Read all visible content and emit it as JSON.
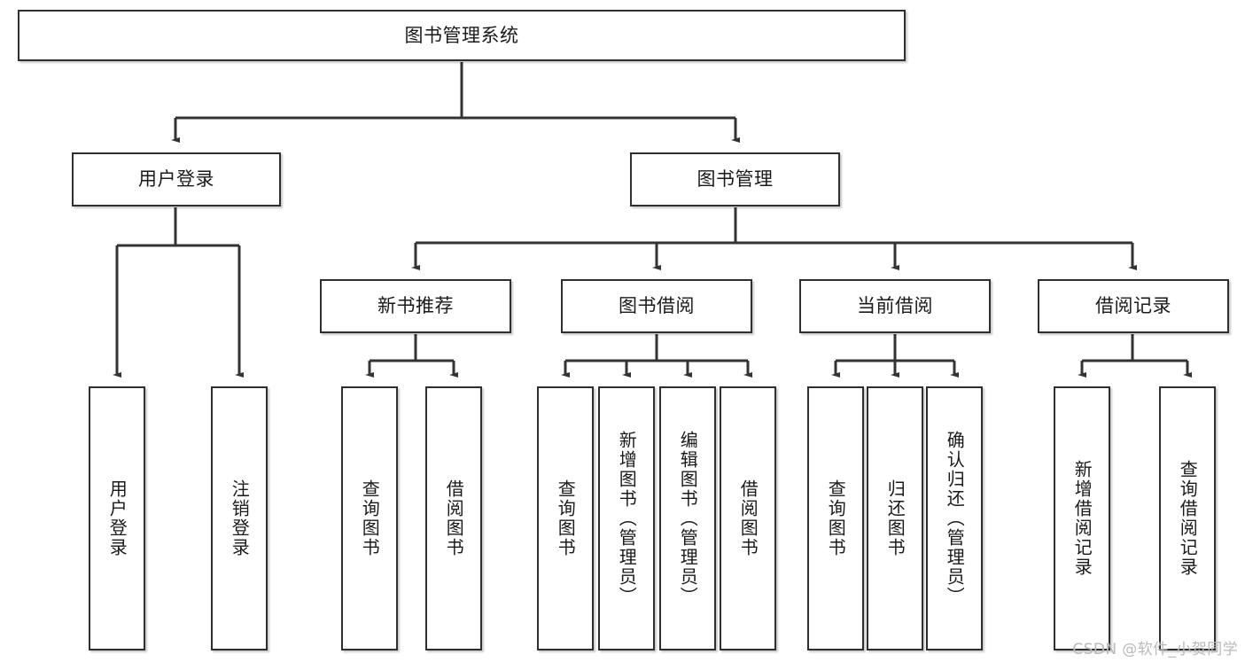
{
  "title": "图书管理系统",
  "watermark": "CSDN @软件_小贺同学",
  "colors": {
    "box_border": "#2f2f2f",
    "box_fill": "#ffffff",
    "connector": "#333333",
    "text": "#1a1a1a",
    "watermark": "#b9b9b9"
  },
  "chart_data": {
    "type": "diagram",
    "diagram_kind": "tree",
    "title": "图书管理系统",
    "orientation": "top-down",
    "levels": 4,
    "nodes": [
      {
        "id": "root",
        "label": "图书管理系统",
        "level": 0,
        "parent": null
      },
      {
        "id": "login",
        "label": "用户登录",
        "level": 1,
        "parent": "root"
      },
      {
        "id": "bookmgmt",
        "label": "图书管理",
        "level": 1,
        "parent": "root"
      },
      {
        "id": "login-user",
        "label": "用户登录",
        "level": 2,
        "parent": "login"
      },
      {
        "id": "login-logout",
        "label": "注销登录",
        "level": 2,
        "parent": "login"
      },
      {
        "id": "newbook",
        "label": "新书推荐",
        "level": 2,
        "parent": "bookmgmt"
      },
      {
        "id": "borrow",
        "label": "图书借阅",
        "level": 2,
        "parent": "bookmgmt"
      },
      {
        "id": "current",
        "label": "当前借阅",
        "level": 2,
        "parent": "bookmgmt"
      },
      {
        "id": "records",
        "label": "借阅记录",
        "level": 2,
        "parent": "bookmgmt"
      },
      {
        "id": "newbook-query",
        "label": "查询图书",
        "level": 3,
        "parent": "newbook"
      },
      {
        "id": "newbook-borrow",
        "label": "借阅图书",
        "level": 3,
        "parent": "newbook"
      },
      {
        "id": "borrow-query",
        "label": "查询图书",
        "level": 3,
        "parent": "borrow"
      },
      {
        "id": "borrow-add",
        "label": "新增图书（管理员）",
        "level": 3,
        "parent": "borrow"
      },
      {
        "id": "borrow-edit",
        "label": "编辑图书（管理员）",
        "level": 3,
        "parent": "borrow"
      },
      {
        "id": "borrow-lend",
        "label": "借阅图书",
        "level": 3,
        "parent": "borrow"
      },
      {
        "id": "current-query",
        "label": "查询图书",
        "level": 3,
        "parent": "current"
      },
      {
        "id": "current-return",
        "label": "归还图书",
        "level": 3,
        "parent": "current"
      },
      {
        "id": "current-confirm",
        "label": "确认归还（管理员）",
        "level": 3,
        "parent": "current"
      },
      {
        "id": "records-add",
        "label": "新增借阅记录",
        "level": 3,
        "parent": "records"
      },
      {
        "id": "records-query",
        "label": "查询借阅记录",
        "level": 3,
        "parent": "records"
      }
    ],
    "edges": [
      {
        "from": "root",
        "to": "login"
      },
      {
        "from": "root",
        "to": "bookmgmt"
      },
      {
        "from": "login",
        "to": "login-user"
      },
      {
        "from": "login",
        "to": "login-logout"
      },
      {
        "from": "bookmgmt",
        "to": "newbook"
      },
      {
        "from": "bookmgmt",
        "to": "borrow"
      },
      {
        "from": "bookmgmt",
        "to": "current"
      },
      {
        "from": "bookmgmt",
        "to": "records"
      },
      {
        "from": "newbook",
        "to": "newbook-query"
      },
      {
        "from": "newbook",
        "to": "newbook-borrow"
      },
      {
        "from": "borrow",
        "to": "borrow-query"
      },
      {
        "from": "borrow",
        "to": "borrow-add"
      },
      {
        "from": "borrow",
        "to": "borrow-edit"
      },
      {
        "from": "borrow",
        "to": "borrow-lend"
      },
      {
        "from": "current",
        "to": "current-query"
      },
      {
        "from": "current",
        "to": "current-return"
      },
      {
        "from": "current",
        "to": "current-confirm"
      },
      {
        "from": "records",
        "to": "records-add"
      },
      {
        "from": "records",
        "to": "records-query"
      }
    ]
  }
}
